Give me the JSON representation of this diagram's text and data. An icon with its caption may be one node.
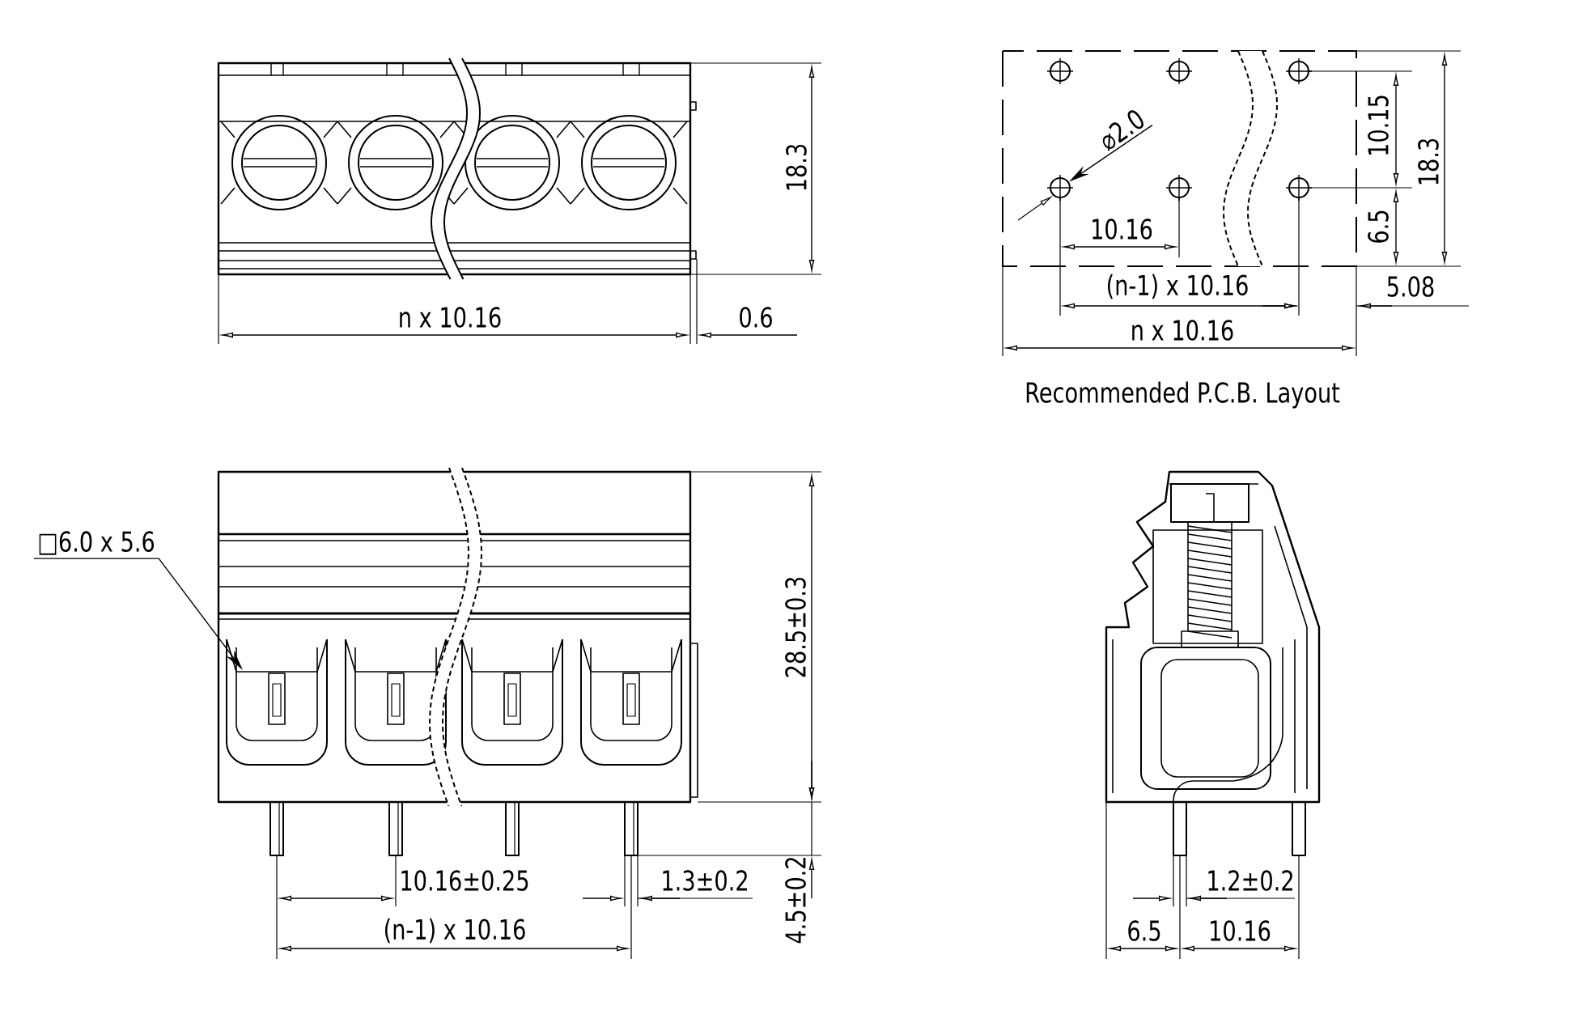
{
  "diagram": {
    "nodes": [
      {
        "text": [
          "□6.0 x 5.6"
        ]
      },
      {
        "text": [
          "⌀2.0"
        ]
      },
      {
        "text": [],
        "shape": "circle"
      },
      {
        "text": [],
        "shape": "circle"
      },
      {
        "text": [],
        "shape": "circle"
      },
      {
        "text": [],
        "shape": "circle"
      },
      {
        "text": [],
        "shape": "circle"
      },
      {
        "text": [],
        "shape": "circle"
      }
    ],
    "edges": [
      {
        "from": 0,
        "to": null,
        "arrow": "to"
      },
      {
        "from": 1,
        "to": 5,
        "arrow": "to"
      }
    ],
    "labels": [
      "18.3",
      "n x 10.16",
      "0.6",
      "10.15",
      "18.3",
      "10.16",
      "6.5",
      "(n-1) x 10.16",
      "5.08",
      "n x 10.16",
      "Recommended P.C.B. Layout",
      "28.5±0.3",
      "10.16±0.25",
      "1.3±0.2",
      "(n-1) x 10.16",
      "4.5±0.2",
      "1.2±0.2",
      "6.5",
      "10.16"
    ]
  }
}
